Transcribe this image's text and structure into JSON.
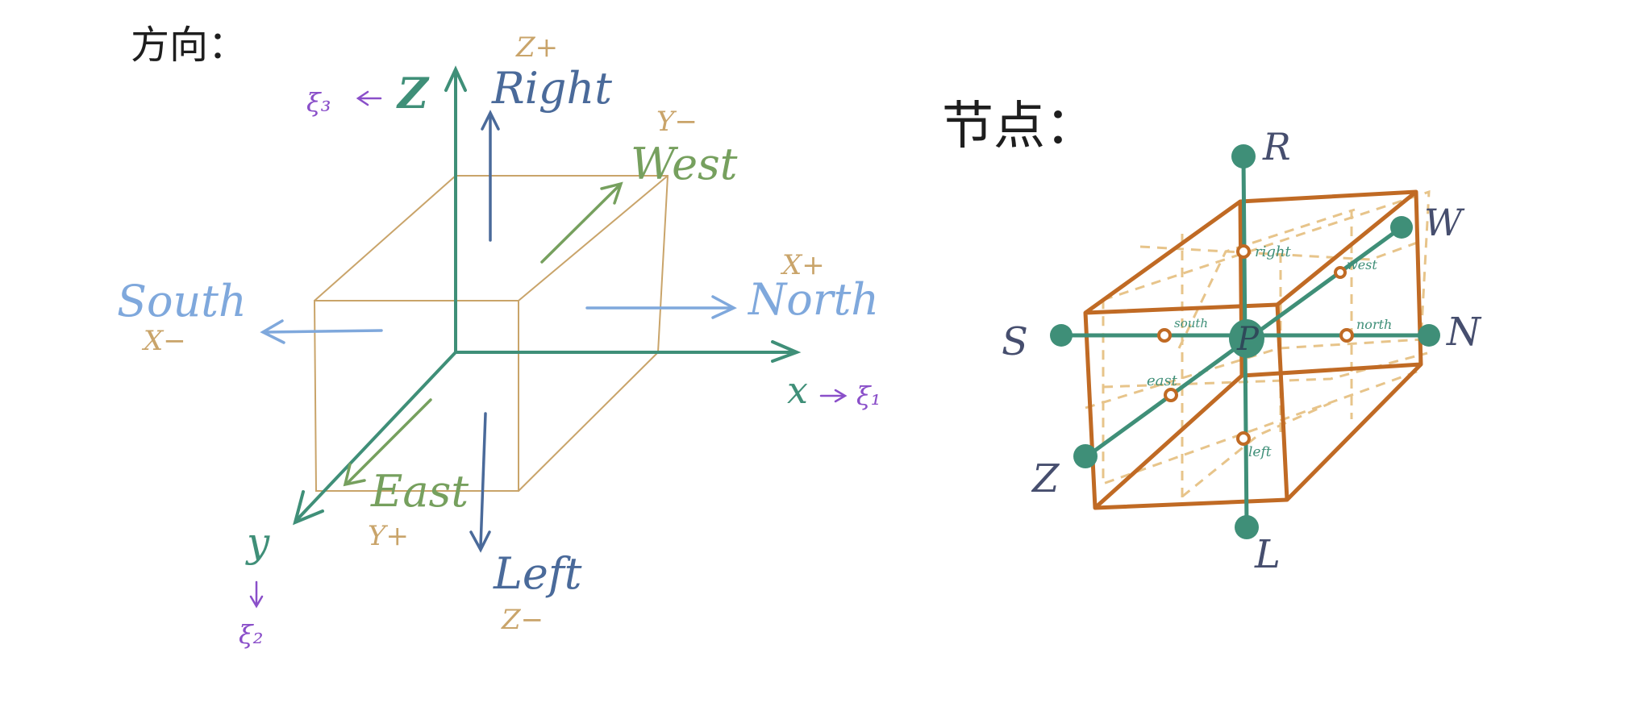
{
  "left_panel": {
    "title": "方向：",
    "axes": {
      "z": "Z",
      "x": "x",
      "y": "y",
      "xi1": "ξ₁",
      "xi2": "ξ₂",
      "xi3": "ξ₃"
    },
    "directions": {
      "right": "Right",
      "left": "Left",
      "north": "North",
      "south": "South",
      "west": "West",
      "east": "East"
    },
    "signs": {
      "z_plus": "Z+",
      "z_minus": "Z−",
      "x_plus": "X+",
      "x_minus": "X−",
      "y_plus": "Y+",
      "y_minus": "Y−"
    }
  },
  "right_panel": {
    "title": "节点：",
    "nodes": {
      "r": "R",
      "w": "W",
      "s": "S",
      "n": "N",
      "z": "Z",
      "l": "L",
      "p": "P"
    },
    "faces": {
      "right": "right",
      "west": "west",
      "south": "south",
      "north": "north",
      "east": "east",
      "left": "left"
    }
  },
  "colors": {
    "axis": "#3f8f78",
    "right_left": "#4a6a9a",
    "north_south": "#7fa8dc",
    "west_east": "#76a05e",
    "sign_labels": "#c9a46a",
    "xi_labels": "#8a4fc9",
    "cube_outline": "#c06a24",
    "cube_guides": "#e7c48a",
    "node_letters": "#464e6e"
  }
}
